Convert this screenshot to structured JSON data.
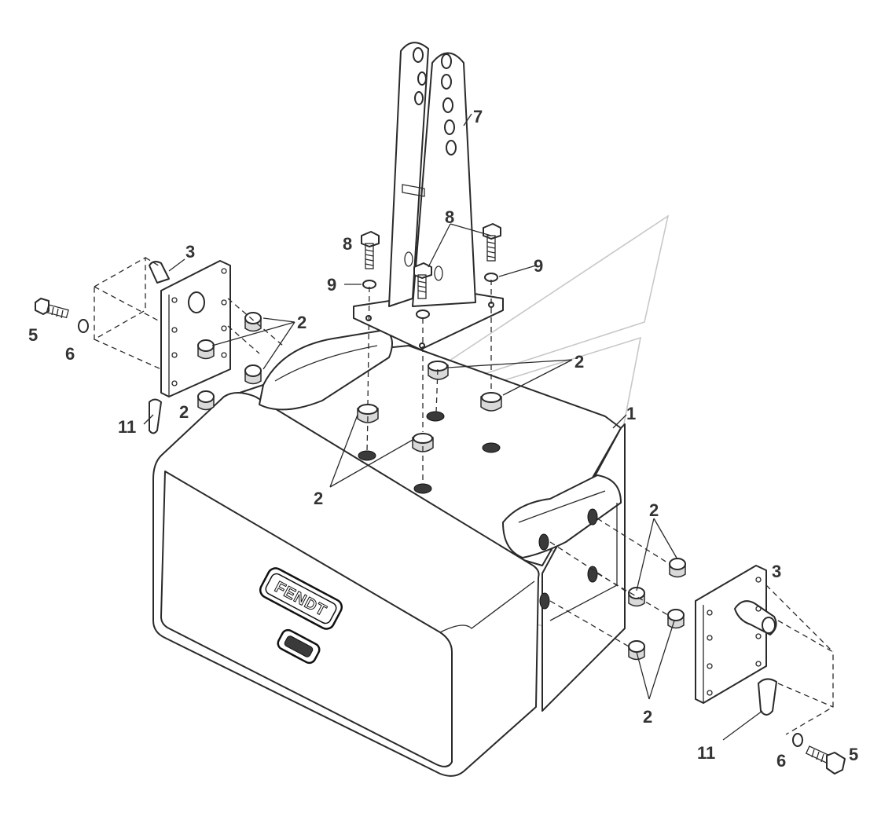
{
  "diagram": {
    "brand_text": "FENDT",
    "callouts": {
      "weight_block": "1",
      "spacer": "2",
      "side_plate": "3",
      "bolt": "5",
      "washer_small": "6",
      "bracket": "7",
      "top_bolt": "8",
      "top_washer": "9",
      "linch_pin": "11"
    }
  }
}
